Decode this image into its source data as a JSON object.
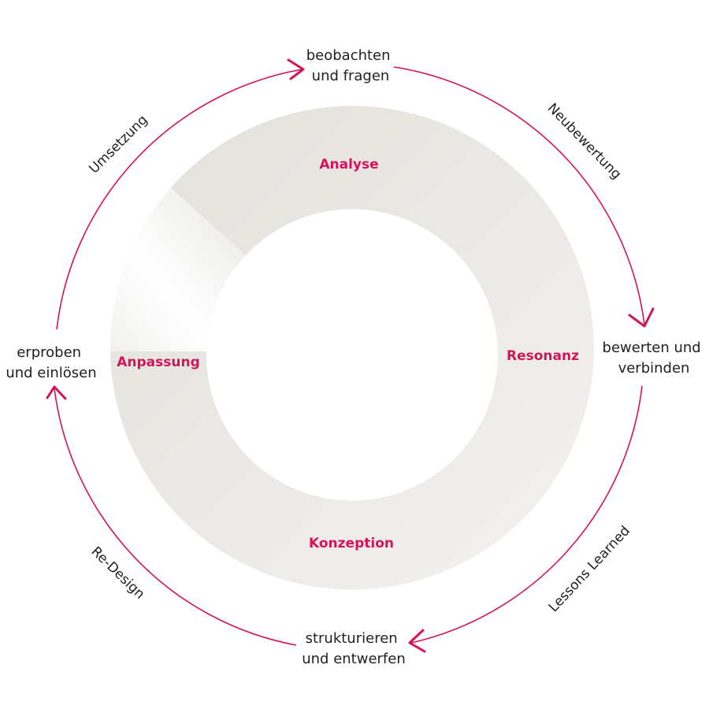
{
  "colors": {
    "accent": "#d4145a",
    "ring_light": "#f1f0ee",
    "ring_dark": "#e3e1dc",
    "text": "#1f1f1f"
  },
  "phases": {
    "analyse": "Analyse",
    "resonanz": "Resonanz",
    "konzeption": "Konzeption",
    "anpassung": "Anpassung"
  },
  "nodes": {
    "top": [
      "beobachten",
      "und fragen"
    ],
    "right": [
      "bewerten und",
      "verbinden"
    ],
    "bottom": [
      "strukturieren",
      "und entwerfen"
    ],
    "left": [
      "erproben",
      "und einlösen"
    ]
  },
  "transitions": {
    "neubewertung": "Neubewertung",
    "lessons_learned": "Lessons Learned",
    "re_design": "Re-Design",
    "umsetzung": "Umsetzung"
  }
}
